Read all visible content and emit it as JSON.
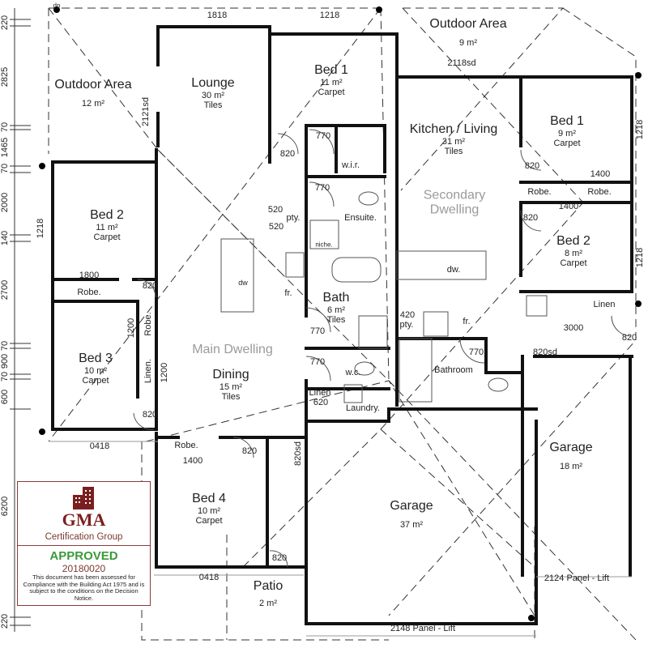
{
  "rooms": {
    "outdoor_left": {
      "name": "Outdoor Area",
      "area": "12 m²"
    },
    "lounge": {
      "name": "Lounge",
      "area": "30 m²",
      "finish": "Tiles"
    },
    "bed1_main": {
      "name": "Bed 1",
      "area": "11 m²",
      "finish": "Carpet"
    },
    "outdoor_top": {
      "name": "Outdoor Area",
      "area": "9 m²"
    },
    "kitchen_living": {
      "name": "Kitchen / Living",
      "area": "31 m²",
      "finish": "Tiles"
    },
    "bed1_sec": {
      "name": "Bed 1",
      "area": "9 m²",
      "finish": "Carpet"
    },
    "bed2_main": {
      "name": "Bed 2",
      "area": "11 m²",
      "finish": "Carpet"
    },
    "bed2_sec": {
      "name": "Bed 2",
      "area": "8 m²",
      "finish": "Carpet"
    },
    "bath": {
      "name": "Bath",
      "area": "6 m²",
      "finish": "Tiles"
    },
    "bed3": {
      "name": "Bed 3",
      "area": "10 m²",
      "finish": "Carpet"
    },
    "dining": {
      "name": "Dining",
      "area": "15 m²",
      "finish": "Tiles"
    },
    "garage_sec": {
      "name": "Garage",
      "area": "18 m²"
    },
    "garage_main": {
      "name": "Garage",
      "area": "37 m²"
    },
    "bed4": {
      "name": "Bed 4",
      "area": "10 m²",
      "finish": "Carpet"
    },
    "patio": {
      "name": "Patio",
      "area": "2 m²"
    }
  },
  "zones": {
    "main": "Main Dwelling",
    "secondary": "Secondary Dwelling"
  },
  "small_labels": {
    "wir": "w.i.r.",
    "ensuite": "Ensuite.",
    "pty": "pty.",
    "pty2": "pty.",
    "niche": "niche.",
    "fr": "fr.",
    "fr2": "fr.",
    "dw": "dw",
    "dw2": "dw.",
    "robe_bed2": "Robe.",
    "robe_bed3": "Robe.",
    "linen_bed3": "Linen.",
    "robe_bed4": "Robe.",
    "robe_sec1": "Robe.",
    "robe_sec2": "Robe.",
    "wc": "w.c.",
    "linen_620": "Linen",
    "laundry": "Laundry.",
    "bathroom": "Bathroom",
    "linen_sec": "Linen"
  },
  "dimensions": {
    "top_1818": "1818",
    "top_1218": "1218",
    "sd_2121": "2121sd",
    "sd_2118": "2118sd",
    "d820_a": "820",
    "d770_a": "770",
    "d770_b": "770",
    "d520_a": "520",
    "d520_b": "520",
    "d1218_left": "1218",
    "d1800": "1800",
    "d820_b": "820",
    "d1200_a": "1200",
    "d1200_b": "1200",
    "d820_c": "820",
    "d770_c": "770",
    "d770_d": "770",
    "d620": "620",
    "d820sd_v": "820sd",
    "d0418_a": "0418",
    "d1400_a": "1400",
    "d820_d": "820",
    "d820_e": "820",
    "d0418_b": "0418",
    "d1218_r1": "1218",
    "d1218_r2": "1218",
    "d1400_b": "1400",
    "d1400_c": "1400",
    "d820_f": "820",
    "d820_g": "820",
    "d420": "420",
    "d3000": "3000",
    "d820_h": "820",
    "d770_e": "770",
    "d820sd": "820sd",
    "panel_right": "2124 Panel - Lift",
    "panel_main": "2148 Panel - Lift"
  },
  "side_dims": [
    "220",
    "2825",
    "70",
    "1465",
    "70",
    "2000",
    "140",
    "2700",
    "70",
    "900",
    "70",
    "600",
    "6200",
    "220"
  ],
  "dp_label": "dp",
  "stamp": {
    "logo_text": "GMA",
    "group": "Certification Group",
    "status": "APPROVED",
    "number": "20180020",
    "note": "This document has been assessed for Compliance with the Building Act 1975 and is subject to the conditions on the Decision Notice."
  },
  "colors": {
    "wall": "#111111",
    "stamp_border": "#8b3a3a",
    "approved": "#3a9a3a",
    "zone_text": "#9a9a9a"
  }
}
